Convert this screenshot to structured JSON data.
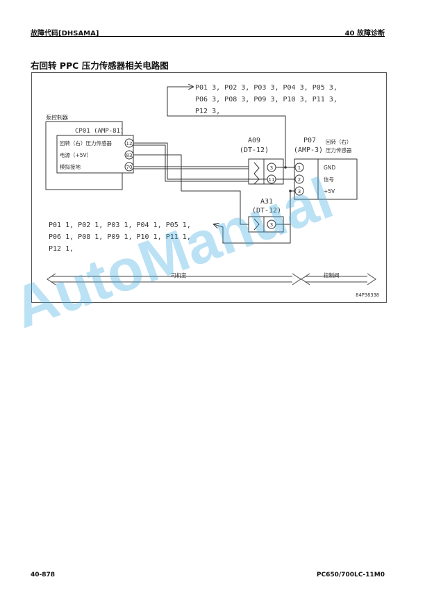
{
  "header": {
    "left": "故障代码[DHSAMA]",
    "right": "40 故障诊断"
  },
  "title": "右回转 PPC 压力传感器相关电路图",
  "diagram": {
    "pump_controller_label": "泵控制器",
    "cp01": {
      "name": "CP01 (AMP-81)",
      "pins": [
        {
          "label": "回转（右）压力传感器",
          "pin": "12"
        },
        {
          "label": "电源（+5V）",
          "pin": "83"
        },
        {
          "label": "模拟接地",
          "pin": "70"
        }
      ]
    },
    "a09": {
      "name": "A09",
      "type": "(DT-12)",
      "pins": [
        "3",
        "11"
      ]
    },
    "a31": {
      "name": "A31",
      "type": "(DT-12)",
      "pin": "3"
    },
    "p07": {
      "name": "P07",
      "type": "(AMP-3)",
      "desc1": "回转（右）",
      "desc2": "压力传感器",
      "pins": [
        "1",
        "2",
        "3"
      ],
      "signals": [
        "GND",
        "信号",
        "+5V"
      ]
    },
    "top_refs": {
      "lines": [
        [
          "P01",
          "P02",
          "P03",
          "P04",
          "P05"
        ],
        [
          "P06",
          "P08",
          "P09",
          "P10",
          "P11"
        ],
        [
          "P12"
        ]
      ],
      "pin": "3"
    },
    "bottom_refs": {
      "lines": [
        [
          "P01",
          "P02",
          "P03",
          "P04",
          "P05"
        ],
        [
          "P06",
          "P08",
          "P09",
          "P10",
          "P11"
        ],
        [
          "P12"
        ]
      ],
      "pin": "1"
    },
    "zone_cab": "司机室",
    "zone_valve": "控制阀",
    "figure_id": "84P38338"
  },
  "watermark": "AutoManual",
  "footer": {
    "left": "40-878",
    "right": "PC650/700LC-11M0"
  }
}
